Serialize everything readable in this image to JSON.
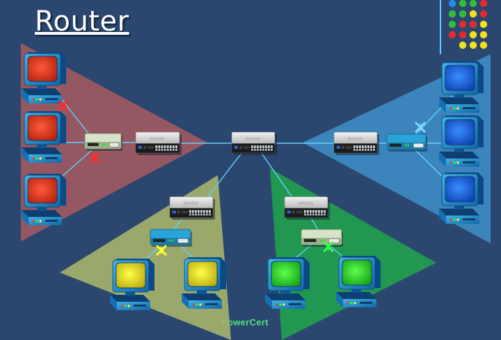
{
  "title": "Router",
  "watermark": "PowerCert",
  "device_label": "ROUTER",
  "zones": [
    {
      "name": "red",
      "color": "#a85a5f"
    },
    {
      "name": "blue",
      "color": "#3e8cc4"
    },
    {
      "name": "yellow",
      "color": "#a6b46a"
    },
    {
      "name": "green",
      "color": "#21a04e"
    }
  ],
  "dot_colors": [
    "#1f8ef0",
    "#2fbf3a",
    "#e42b2b",
    "#f0e21c"
  ]
}
